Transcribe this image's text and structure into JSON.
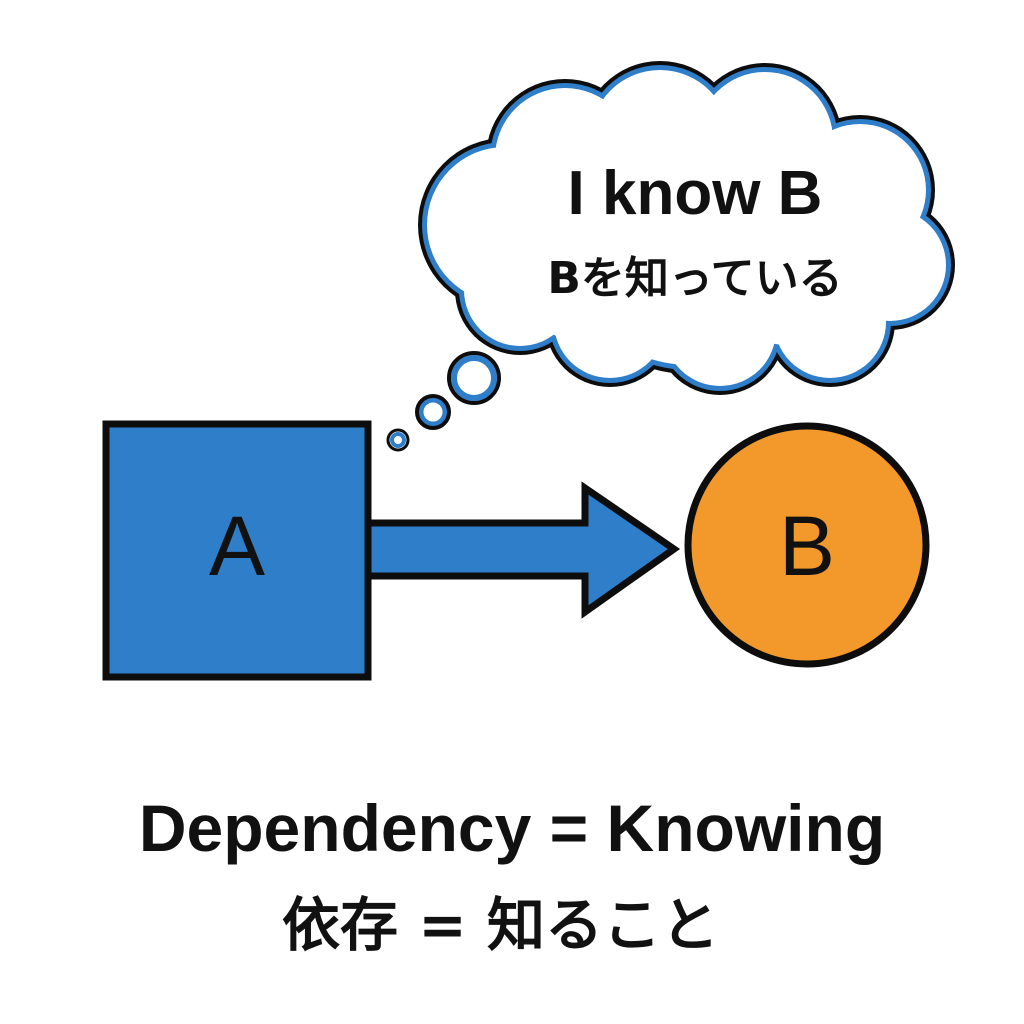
{
  "thought": {
    "line1": "I know B",
    "line2": "Bを知っている"
  },
  "nodes": {
    "a_label": "A",
    "b_label": "B"
  },
  "caption": {
    "line1": "Dependency = Knowing",
    "line2": "依存 = 知ること"
  },
  "colors": {
    "blue": "#2f7ec9",
    "orange": "#f3992b",
    "outline": "#0d0d0d"
  }
}
